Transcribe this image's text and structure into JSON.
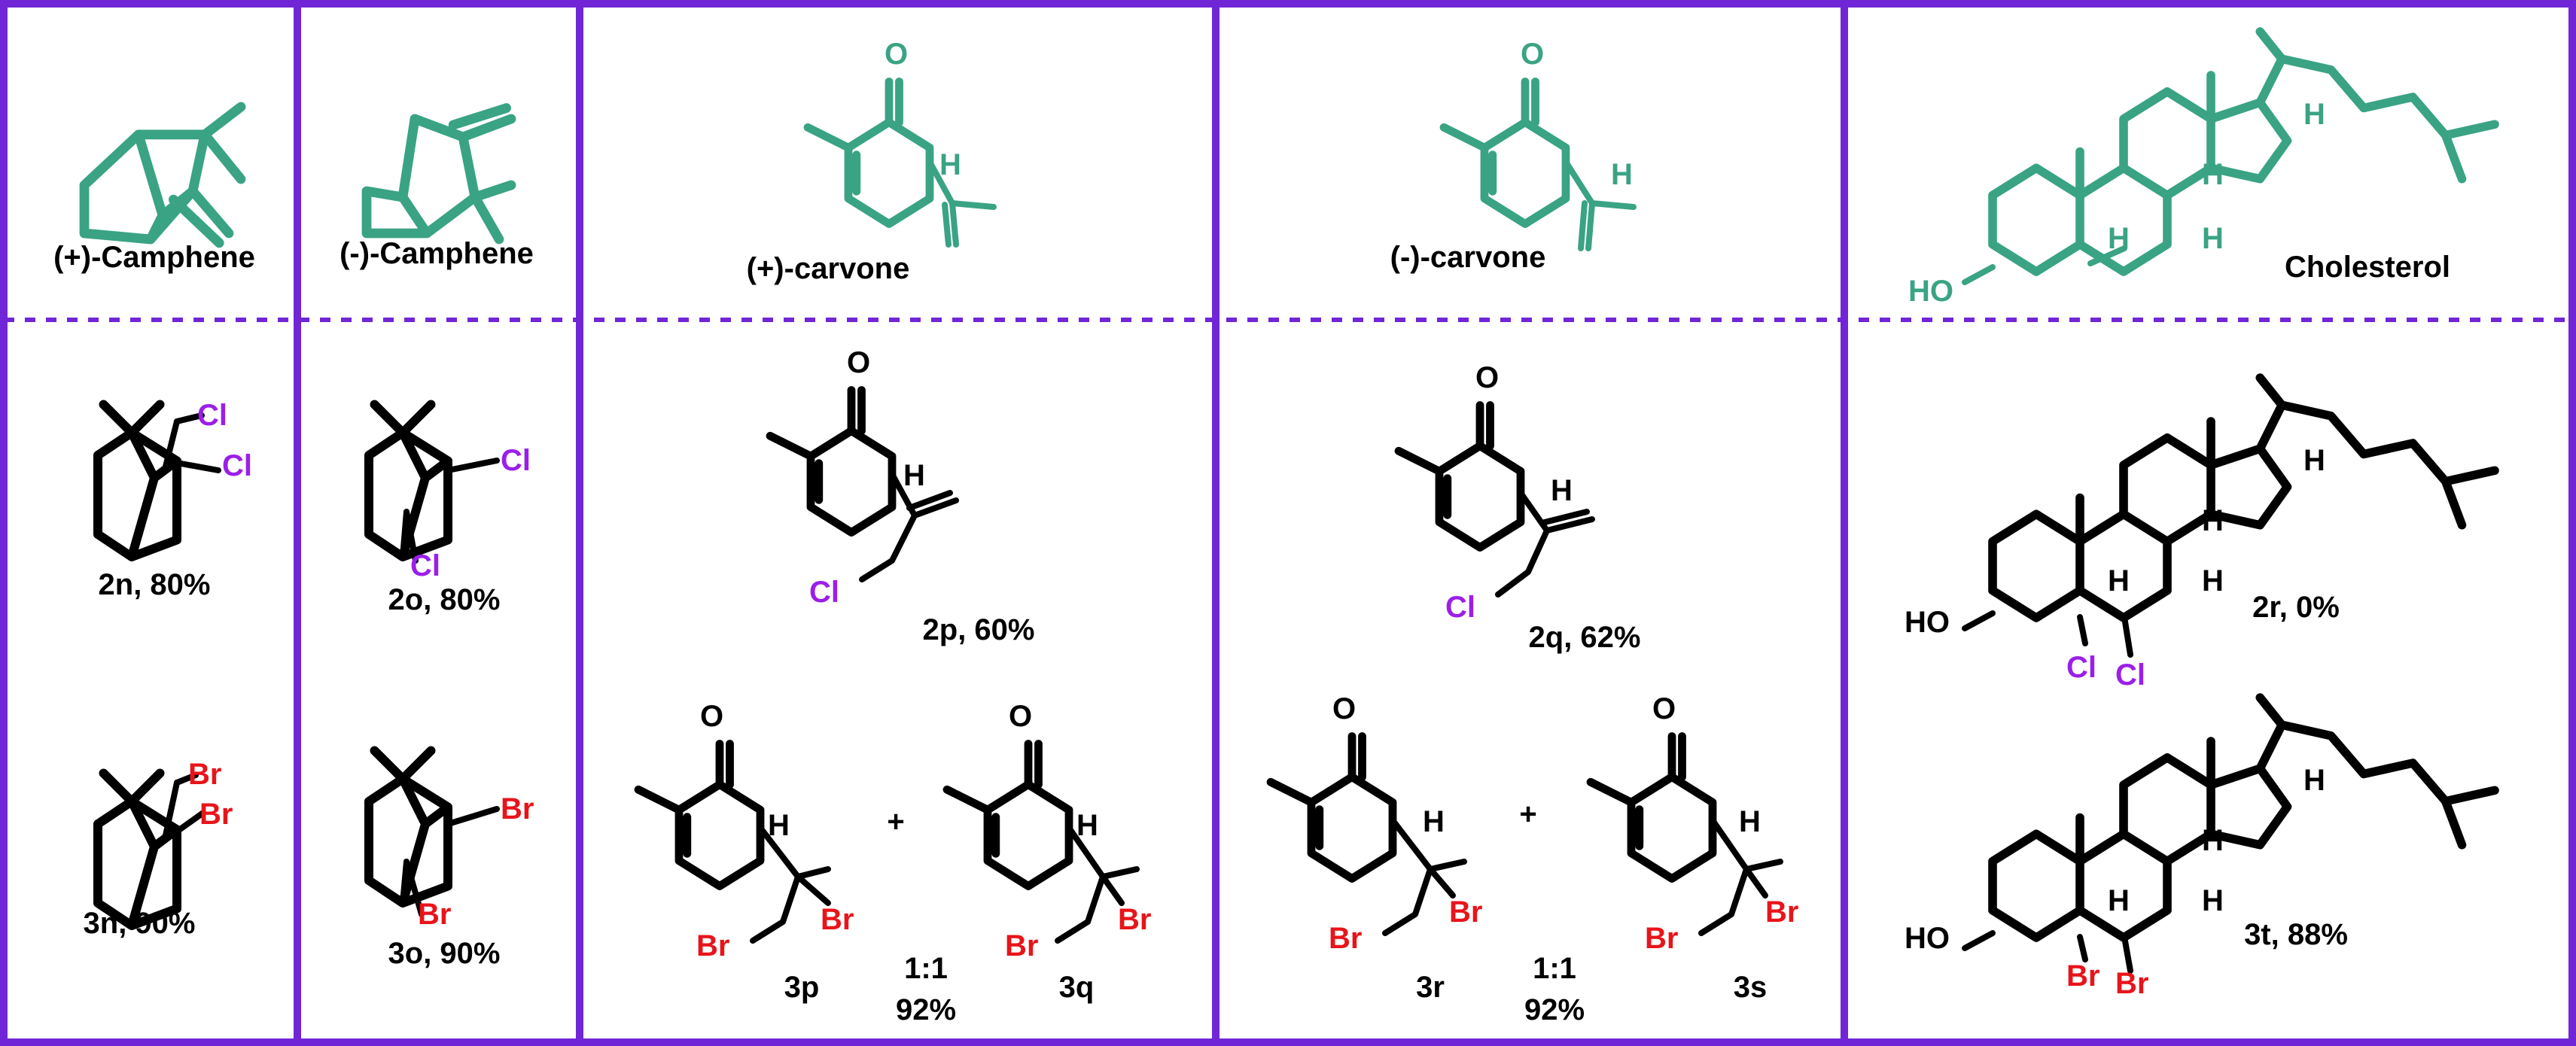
{
  "colors": {
    "frame": "#7026d6",
    "start_material": "#3aa384",
    "bond": "#000000",
    "chlorine": "#9b1fe8",
    "bromine": "#e8141a"
  },
  "columns": [
    {
      "name": "(+)-Camphene",
      "products": [
        {
          "code": "2n, 80%",
          "halogen": "Cl",
          "atoms": [
            "Cl",
            "Cl"
          ]
        },
        {
          "code": "3n, 90%",
          "halogen": "Br",
          "atoms": [
            "Br",
            "Br"
          ]
        }
      ]
    },
    {
      "name": "(-)-Camphene",
      "products": [
        {
          "code": "2o, 80%",
          "halogen": "Cl",
          "atoms": [
            "Cl",
            "Cl"
          ]
        },
        {
          "code": "3o, 90%",
          "halogen": "Br",
          "atoms": [
            "Br",
            "Br"
          ]
        }
      ]
    },
    {
      "name": "(+)-carvone",
      "sm_atoms": [
        "O",
        "H"
      ],
      "products": [
        {
          "code": "2p, 60%",
          "halogen": "Cl",
          "atoms": [
            "O",
            "H",
            "Cl"
          ]
        },
        {
          "code": "3p",
          "halogen": "Br",
          "atoms": [
            "O",
            "H",
            "Br",
            "Br"
          ]
        },
        {
          "code": "3q",
          "halogen": "Br",
          "atoms": [
            "O",
            "H",
            "Br",
            "Br"
          ]
        }
      ],
      "ratio": "1:1",
      "combined_yield": "92%",
      "plus": "+"
    },
    {
      "name": "(-)-carvone",
      "sm_atoms": [
        "O",
        "H"
      ],
      "products": [
        {
          "code": "2q, 62%",
          "halogen": "Cl",
          "atoms": [
            "O",
            "H",
            "Cl"
          ]
        },
        {
          "code": "3r",
          "halogen": "Br",
          "atoms": [
            "O",
            "H",
            "Br",
            "Br"
          ]
        },
        {
          "code": "3s",
          "halogen": "Br",
          "atoms": [
            "O",
            "H",
            "Br",
            "Br"
          ]
        }
      ],
      "ratio": "1:1",
      "combined_yield": "92%",
      "plus": "+"
    },
    {
      "name": "Cholesterol",
      "sm_atoms": [
        "HO",
        "H",
        "H",
        "H",
        "H"
      ],
      "products": [
        {
          "code": "2r, 0%",
          "halogen": "Cl",
          "atoms": [
            "HO",
            "H",
            "H",
            "H",
            "H",
            "Cl",
            "Cl"
          ]
        },
        {
          "code": "3t, 88%",
          "halogen": "Br",
          "atoms": [
            "HO",
            "H",
            "H",
            "H",
            "H",
            "Br",
            "Br"
          ]
        }
      ]
    }
  ]
}
